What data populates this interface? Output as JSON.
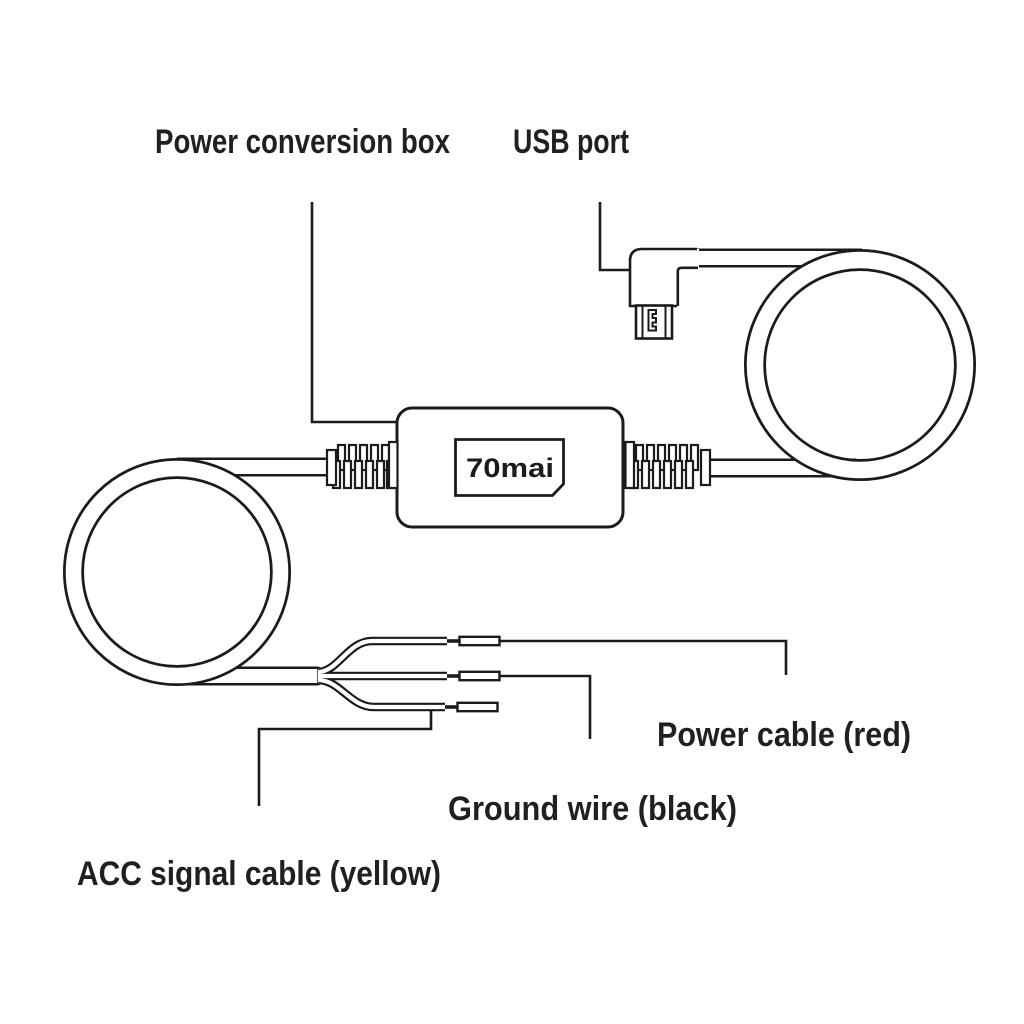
{
  "labels": {
    "power_conversion_box": "Power conversion box",
    "usb_port": "USB port",
    "power_cable": "Power cable (red)",
    "ground_wire": "Ground wire (black)",
    "acc_signal_cable": "ACC signal cable (yellow)"
  },
  "device": {
    "logo_text": "70mai"
  },
  "colors": {
    "line": "#1b1b1d",
    "text": "#1f2024",
    "background": "#ffffff"
  }
}
